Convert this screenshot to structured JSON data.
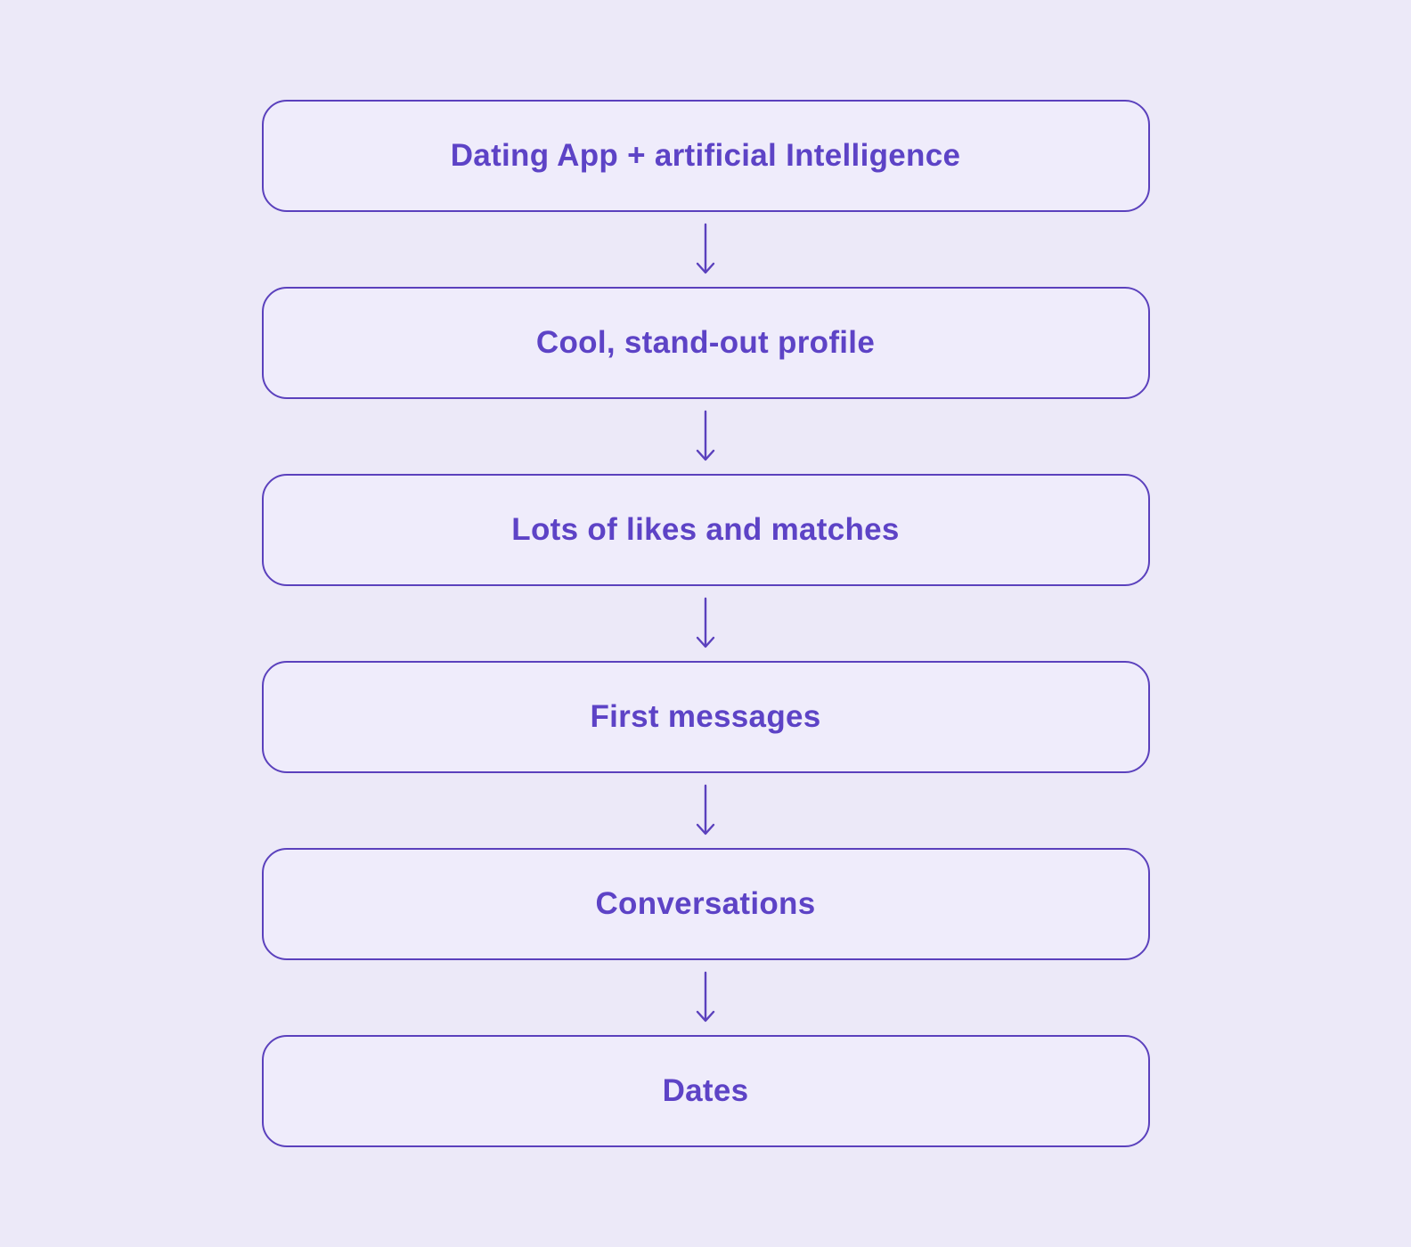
{
  "diagram": {
    "type": "flowchart",
    "direction": "top-down",
    "nodes": [
      {
        "id": "node-1",
        "label": "Dating App + artificial Intelligence"
      },
      {
        "id": "node-2",
        "label": "Cool, stand-out profile"
      },
      {
        "id": "node-3",
        "label": "Lots of likes and matches"
      },
      {
        "id": "node-4",
        "label": "First messages"
      },
      {
        "id": "node-5",
        "label": "Conversations"
      },
      {
        "id": "node-6",
        "label": "Dates"
      }
    ],
    "edges": [
      {
        "from": "node-1",
        "to": "node-2"
      },
      {
        "from": "node-2",
        "to": "node-3"
      },
      {
        "from": "node-3",
        "to": "node-4"
      },
      {
        "from": "node-4",
        "to": "node-5"
      },
      {
        "from": "node-5",
        "to": "node-6"
      }
    ],
    "colors": {
      "background": "#ece9f8",
      "node_fill": "#efecfb",
      "node_border": "#5b41bd",
      "node_text": "#5d43c6",
      "arrow": "#5b41bd"
    }
  }
}
